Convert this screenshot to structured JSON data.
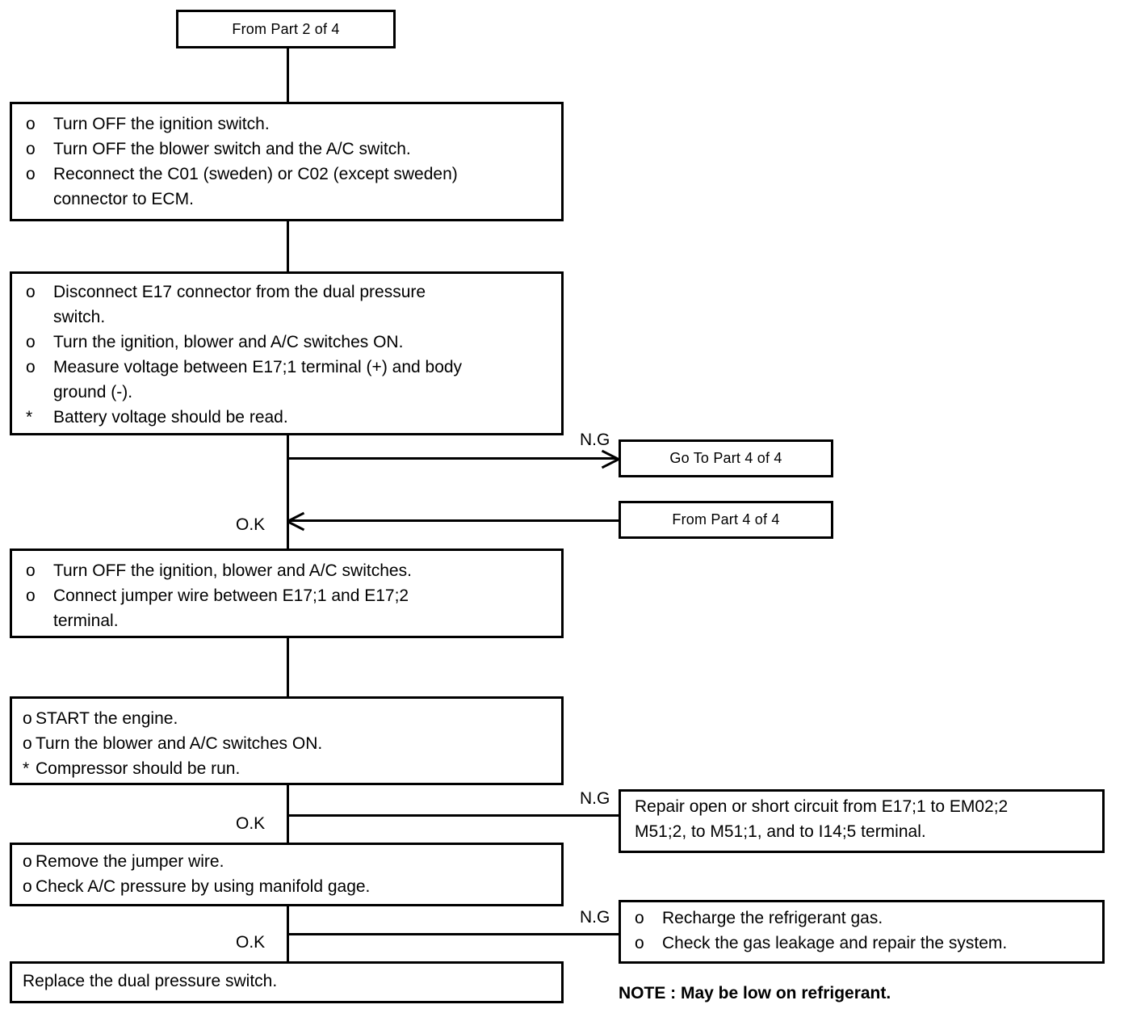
{
  "diagram": {
    "title": "A/C dual pressure switch diagnostic flowchart - Part 3 of 4",
    "line_color": "#000000",
    "background_color": "#ffffff"
  },
  "nodes": {
    "from_part2": {
      "label": "From Part 2 of 4"
    },
    "go_to_part4": {
      "label": "Go To Part 4 of 4"
    },
    "from_part4": {
      "label": "From Part 4 of 4"
    },
    "step1": {
      "rows": [
        {
          "mark": "o",
          "text": "Turn OFF the ignition switch."
        },
        {
          "mark": "o",
          "text": "Turn OFF the blower switch and the A/C switch."
        },
        {
          "mark": "o",
          "text": "Reconnect the C01 (sweden) or C02 (except sweden)"
        },
        {
          "mark": "",
          "text": "connector to ECM."
        }
      ]
    },
    "step2": {
      "rows": [
        {
          "mark": "o",
          "text": "Disconnect E17 connector from the dual pressure"
        },
        {
          "mark": "",
          "text": "switch."
        },
        {
          "mark": "o",
          "text": "Turn the ignition, blower and A/C switches ON."
        },
        {
          "mark": "o",
          "text": "Measure voltage between E17;1 terminal (+) and body"
        },
        {
          "mark": "",
          "text": "ground (-)."
        },
        {
          "mark": "*",
          "text": "Battery voltage should be read."
        }
      ]
    },
    "step3": {
      "rows": [
        {
          "mark": "o",
          "text": "Turn OFF the ignition, blower and A/C switches."
        },
        {
          "mark": "o",
          "text": "Connect jumper wire between E17;1 and E17;2"
        },
        {
          "mark": "",
          "text": "terminal."
        }
      ]
    },
    "step4": {
      "rows": [
        {
          "mark": "o",
          "text": "START the engine."
        },
        {
          "mark": "o",
          "text": "Turn the blower and A/C switches ON."
        },
        {
          "mark": "*",
          "text": "Compressor should be run."
        }
      ]
    },
    "step5": {
      "rows": [
        {
          "mark": "o",
          "text": "Remove the jumper wire."
        },
        {
          "mark": "o",
          "text": "Check A/C pressure by using manifold gage."
        }
      ]
    },
    "step6": {
      "rows": [
        {
          "mark": "",
          "text": "Replace the dual pressure switch."
        }
      ]
    },
    "repair_circuit": {
      "rows": [
        {
          "mark": "",
          "text": "Repair open or short circuit from E17;1 to EM02;2"
        },
        {
          "mark": "",
          "text": "M51;2, to M51;1, and to I14;5 terminal."
        }
      ]
    },
    "recharge": {
      "rows": [
        {
          "mark": "o",
          "text": "Recharge the refrigerant gas."
        },
        {
          "mark": "o",
          "text": "Check the gas leakage and repair the system."
        }
      ]
    }
  },
  "branch_labels": {
    "ng_voltage": "N.G",
    "ok_voltage": "O.K",
    "ng_compressor": "N.G",
    "ok_compressor": "O.K",
    "ng_pressure": "N.G",
    "ok_pressure": "O.K"
  },
  "note": {
    "text": "NOTE : May be low on refrigerant."
  }
}
